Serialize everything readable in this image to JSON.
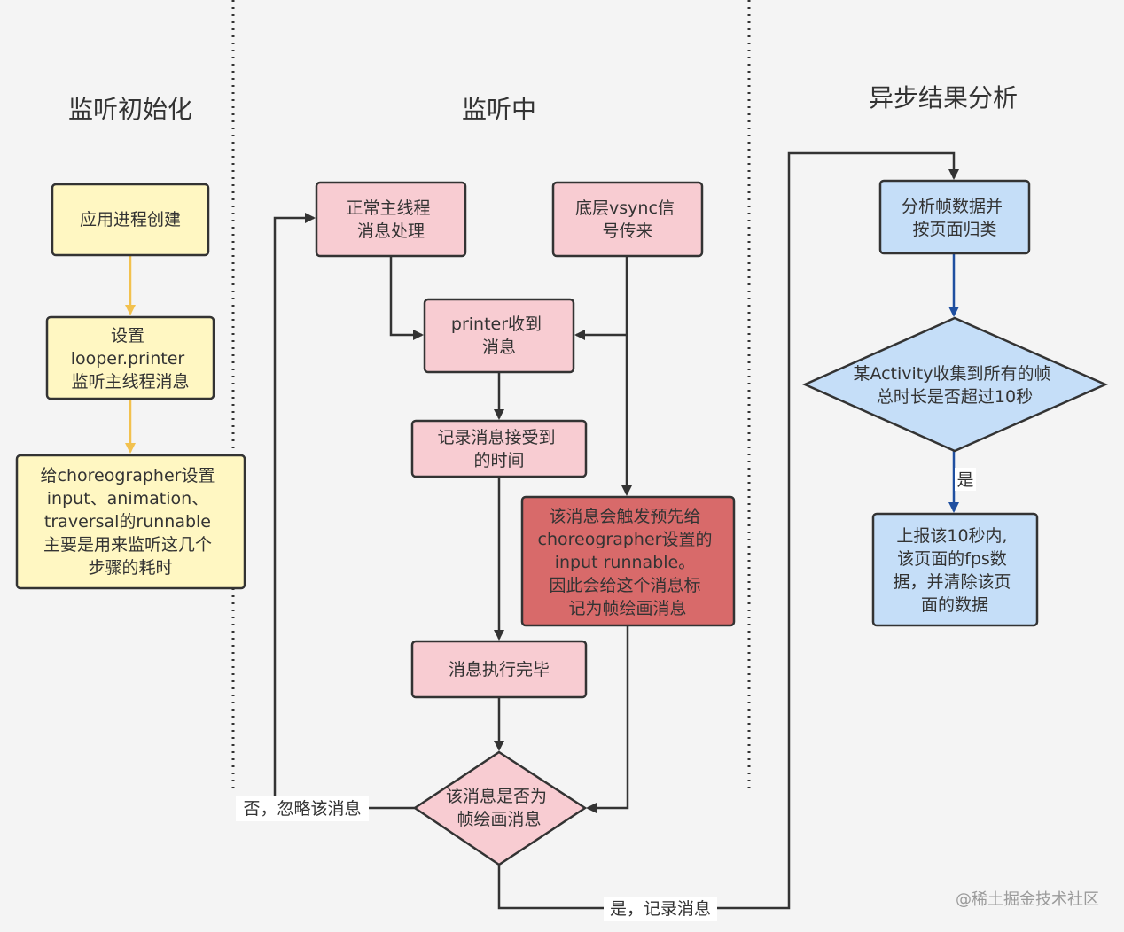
{
  "columns": {
    "init": "监听初始化",
    "listening": "监听中",
    "analysis": "异步结果分析"
  },
  "nodes": {
    "create_process": [
      "应用进程创建"
    ],
    "set_printer": [
      "设置",
      "looper.printer",
      "监听主线程消息"
    ],
    "choreographer": [
      "给choreographer设置",
      "input、animation、",
      "traversal的runnable",
      "主要是用来监听这几个",
      "步骤的耗时"
    ],
    "main_thread_msg": [
      "正常主线程",
      "消息处理"
    ],
    "vsync": [
      "底层vsync信",
      "号传来"
    ],
    "printer_receive": [
      "printer收到",
      "消息"
    ],
    "record_time": [
      "记录消息接受到",
      "的时间"
    ],
    "trigger_runnable": [
      "该消息会触发预先给",
      "choreographer设置的",
      "input runnable。",
      "因此会给这个消息标",
      "记为帧绘画消息"
    ],
    "msg_done": [
      "消息执行完毕"
    ],
    "is_frame_msg": [
      "该消息是否为",
      "帧绘画消息"
    ],
    "analyze_frames": [
      "分析帧数据并",
      "按页面归类"
    ],
    "over_10s": [
      "某Activity收集到所有的帧",
      "总时长是否超过10秒"
    ],
    "report": [
      "上报该10秒内,",
      "该页面的fps数",
      "据，并清除该页",
      "面的数据"
    ]
  },
  "edge_labels": {
    "no_ignore": "否，忽略该消息",
    "yes_record": "是，记录消息",
    "yes": "是"
  },
  "watermark": "@稀土掘金技术社区",
  "colors": {
    "yellow_fill": "#fff7c2",
    "pink_fill": "#f8ccd2",
    "red_fill": "#d86a6a",
    "blue_fill": "#c5def8",
    "yellow_arrow": "#f2c14e",
    "blue_arrow": "#1f4fa0"
  }
}
